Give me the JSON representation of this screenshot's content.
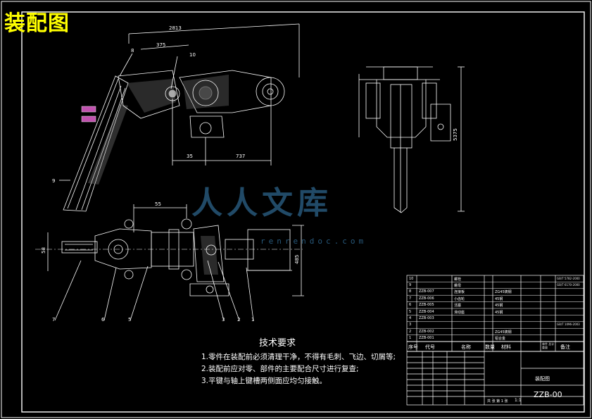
{
  "title": "装配图",
  "watermark": {
    "brand": "人人文库",
    "url": "renrendoc.com"
  },
  "dimensions": {
    "top_total": "2813",
    "top_inner": "375",
    "bottom_left": "35",
    "bottom_right": "737",
    "right_height": "5375",
    "plan_top": "55",
    "plan_left": "58",
    "plan_right": "485"
  },
  "balloons": [
    "8",
    "10",
    "9",
    "7",
    "6",
    "5",
    "3",
    "2",
    "1"
  ],
  "tech": {
    "title": "技术要求",
    "items": [
      "1.零件在装配前必须清理干净，不得有毛刺、飞边、切屑等;",
      "2.装配前应对零、部件的主要配合尺寸进行复查;",
      "3.平键与轴上键槽两侧面应均匀接触。"
    ]
  },
  "parts_table": {
    "header": {
      "no": "序号",
      "code": "代号",
      "name": "名称",
      "qty": "数量",
      "material": "材料",
      "weight": "单件 总计 重量",
      "note": "备注"
    },
    "rows": [
      {
        "no": "10",
        "code": "",
        "name": "螺栓",
        "qty": "",
        "material": "",
        "note": "GB/T 5782-2000"
      },
      {
        "no": "9",
        "code": "",
        "name": "螺母",
        "qty": "",
        "material": "",
        "note": "GB/T 6170-2000"
      },
      {
        "no": "8",
        "code": "ZZB-007",
        "name": "连接板",
        "qty": "",
        "material": "ZG45铸钢",
        "note": ""
      },
      {
        "no": "7",
        "code": "ZZB-006",
        "name": "小齿轮",
        "qty": "",
        "material": "45钢",
        "note": ""
      },
      {
        "no": "6",
        "code": "ZZB-005",
        "name": "活塞",
        "qty": "",
        "material": "45钢",
        "note": ""
      },
      {
        "no": "5",
        "code": "ZZB-004",
        "name": "滑动座",
        "qty": "",
        "material": "45钢",
        "note": ""
      },
      {
        "no": "4",
        "code": "ZZB-003",
        "name": "",
        "qty": "",
        "material": "",
        "note": ""
      },
      {
        "no": "3",
        "code": "",
        "name": "",
        "qty": "",
        "material": "",
        "note": "GB/T 1096-2003"
      },
      {
        "no": "2",
        "code": "ZZB-002",
        "name": "",
        "qty": "",
        "material": "ZG45铸钢",
        "note": ""
      },
      {
        "no": "1",
        "code": "ZZB-001",
        "name": "",
        "qty": "",
        "material": "铝合金",
        "note": ""
      }
    ]
  },
  "title_block": {
    "drawing_name": "装配图",
    "code": "ZZB-00",
    "scale": "1:1",
    "sheet_info": "共 张  第 1 张"
  }
}
